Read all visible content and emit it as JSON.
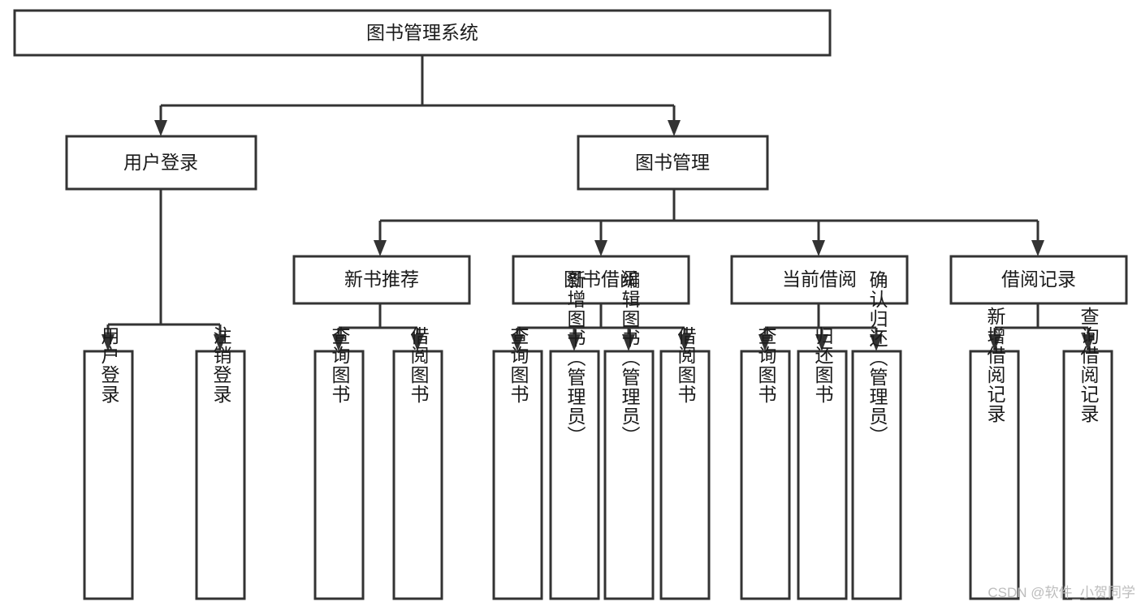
{
  "diagram": {
    "title": "图书管理系统",
    "type": "tree-hierarchy-diagram",
    "colors": {
      "box_stroke": "#333333",
      "box_fill": "#ffffff",
      "text": "#1a1a1a",
      "watermark": "#bdbdbd",
      "background": "#ffffff"
    },
    "root": {
      "label": "图书管理系统"
    },
    "level2": [
      {
        "label": "用户登录"
      },
      {
        "label": "图书管理"
      }
    ],
    "level3": [
      {
        "label": "新书推荐"
      },
      {
        "label": "图书借阅"
      },
      {
        "label": "当前借阅"
      },
      {
        "label": "借阅记录"
      }
    ],
    "leaves": {
      "user_login": [
        {
          "label": "用户登录"
        },
        {
          "label": "注销登录"
        }
      ],
      "new_book_recommend": [
        {
          "label": "查询图书"
        },
        {
          "label": "借阅图书"
        }
      ],
      "book_borrow": [
        {
          "label": "查询图书"
        },
        {
          "label": "新增图书（管理员）"
        },
        {
          "label": "编辑图书（管理员）"
        },
        {
          "label": "借阅图书"
        }
      ],
      "current_borrow": [
        {
          "label": "查询图书"
        },
        {
          "label": "归还图书"
        },
        {
          "label": "确认归还（管理员）"
        }
      ],
      "borrow_record": [
        {
          "label": "新增借阅记录"
        },
        {
          "label": "查询借阅记录"
        }
      ]
    },
    "watermark": "CSDN @软件_小贺同学"
  }
}
